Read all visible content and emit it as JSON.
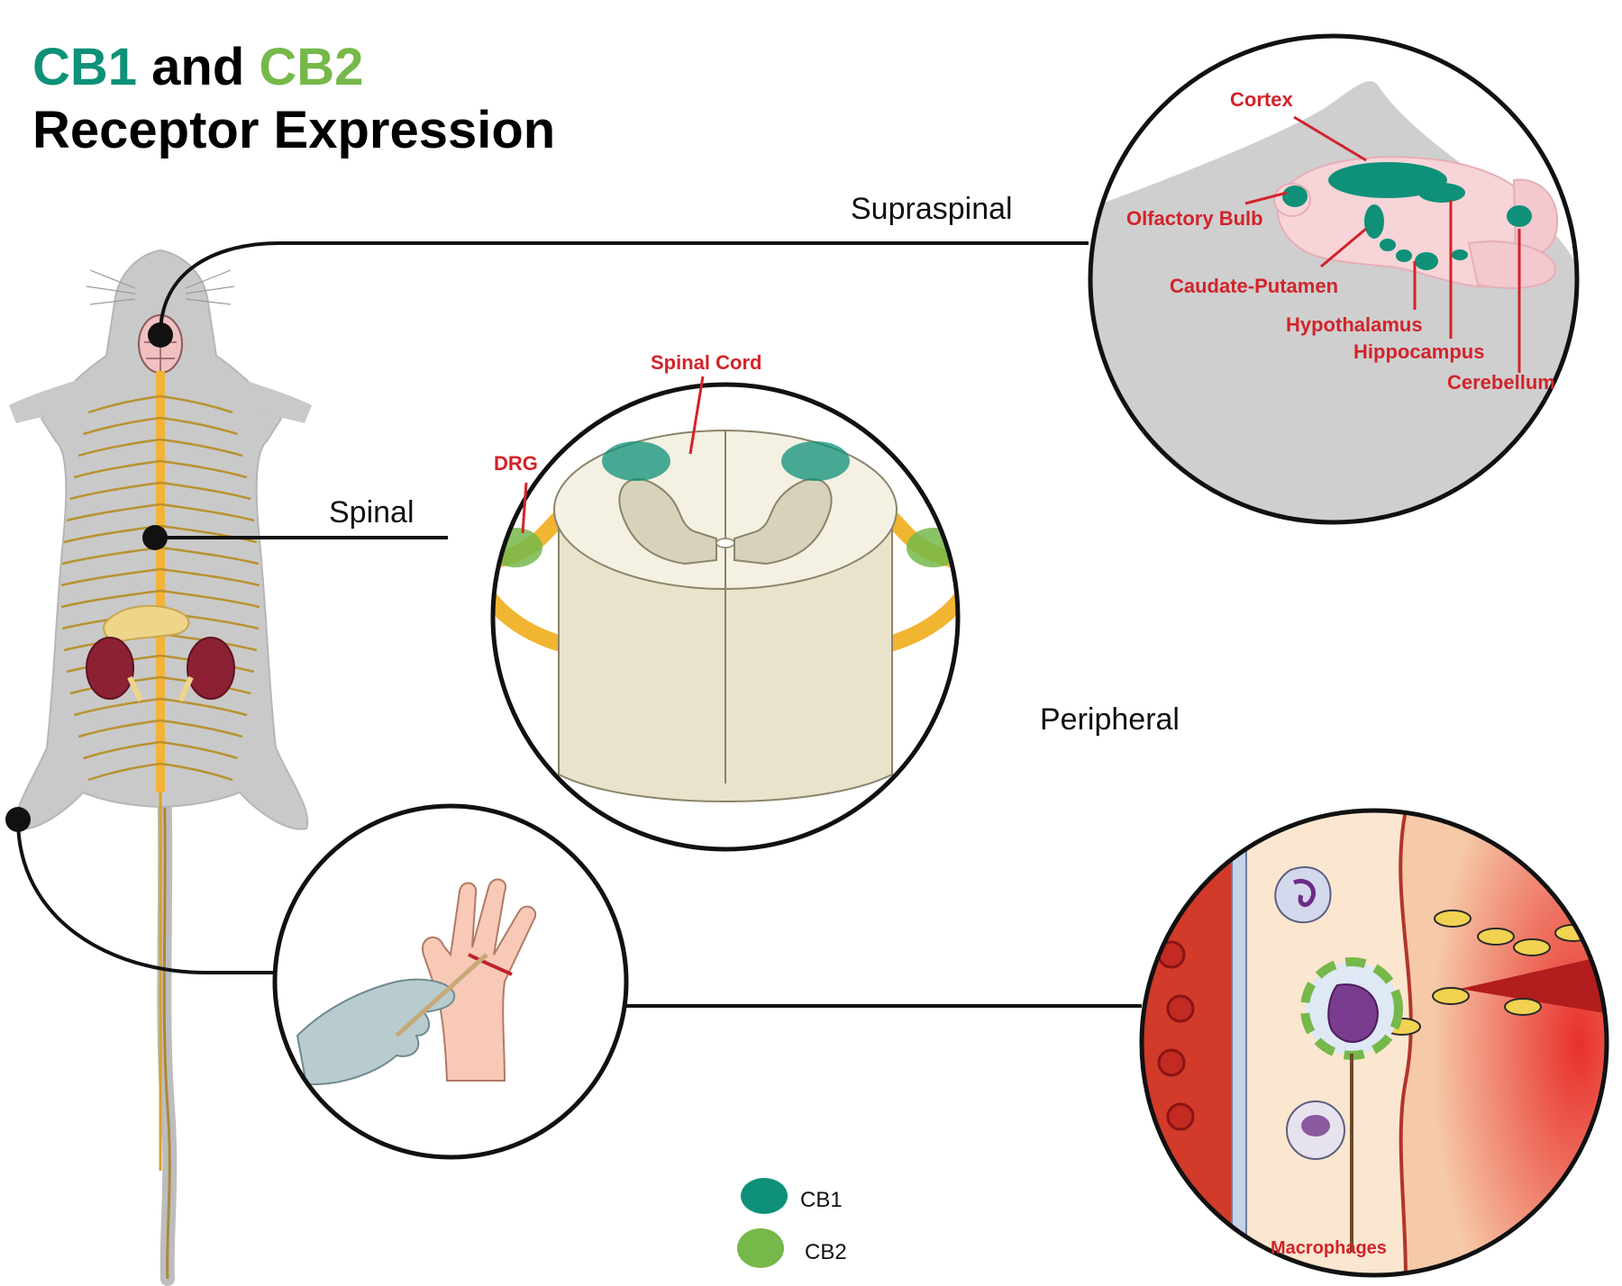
{
  "title": {
    "part1": "CB1",
    "part2": " and ",
    "part3": "CB2",
    "line2": "Receptor Expression"
  },
  "sections": {
    "supraspinal": "Supraspinal",
    "spinal": "Spinal",
    "peripheral": "Peripheral"
  },
  "brain_labels": {
    "cortex": "Cortex",
    "olfactory_bulb": "Olfactory Bulb",
    "caudate_putamen": "Caudate-Putamen",
    "hypothalamus": "Hypothalamus",
    "hippocampus": "Hippocampus",
    "cerebellum": "Cerebellum"
  },
  "spinal_labels": {
    "spinal_cord": "Spinal Cord",
    "drg": "DRG"
  },
  "peripheral_labels": {
    "macrophages": "Macrophages"
  },
  "legend": {
    "cb1": "CB1",
    "cb2": "CB2"
  },
  "colors": {
    "cb1": "#0e9178",
    "cb2": "#76b84a",
    "label_red": "#d2232a"
  }
}
